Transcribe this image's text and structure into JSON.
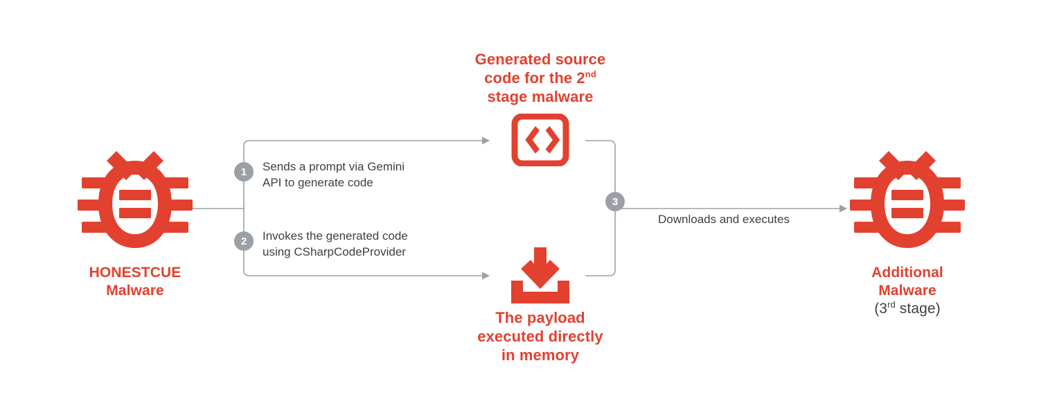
{
  "diagram": {
    "title_present": false,
    "colors": {
      "red": "#E2412F",
      "badge_gray": "#9AA0A6",
      "line_gray": "#9AA0A6",
      "text_dark": "#3C4043",
      "background": "#FFFFFF"
    },
    "nodes": {
      "source": {
        "icon": "bug-icon",
        "label_line1": "HONESTCUE",
        "label_line2": "Malware"
      },
      "generated_code": {
        "icon": "code-brackets-icon",
        "heading_line1": "Generated source",
        "heading_line2_pre": "code for the 2",
        "heading_line2_sup": "nd",
        "heading_line3": "stage malware"
      },
      "payload": {
        "icon": "download-icon",
        "heading_line1": "The payload",
        "heading_line2": "executed directly",
        "heading_line3": "in memory"
      },
      "additional_malware": {
        "icon": "bug-icon",
        "label_line1": "Additional",
        "label_line2": "Malware",
        "label_line3_pre": "(3",
        "label_line3_sup": "rd",
        "label_line3_post": " stage)"
      }
    },
    "steps": [
      {
        "number": "1",
        "text_line1": "Sends a prompt via Gemini",
        "text_line2": "API to generate code"
      },
      {
        "number": "2",
        "text_line1": "Invokes the generated code",
        "text_line2": "using CSharpCodeProvider"
      },
      {
        "number": "3",
        "text_line1": "Downloads and executes",
        "text_line2": ""
      }
    ]
  }
}
